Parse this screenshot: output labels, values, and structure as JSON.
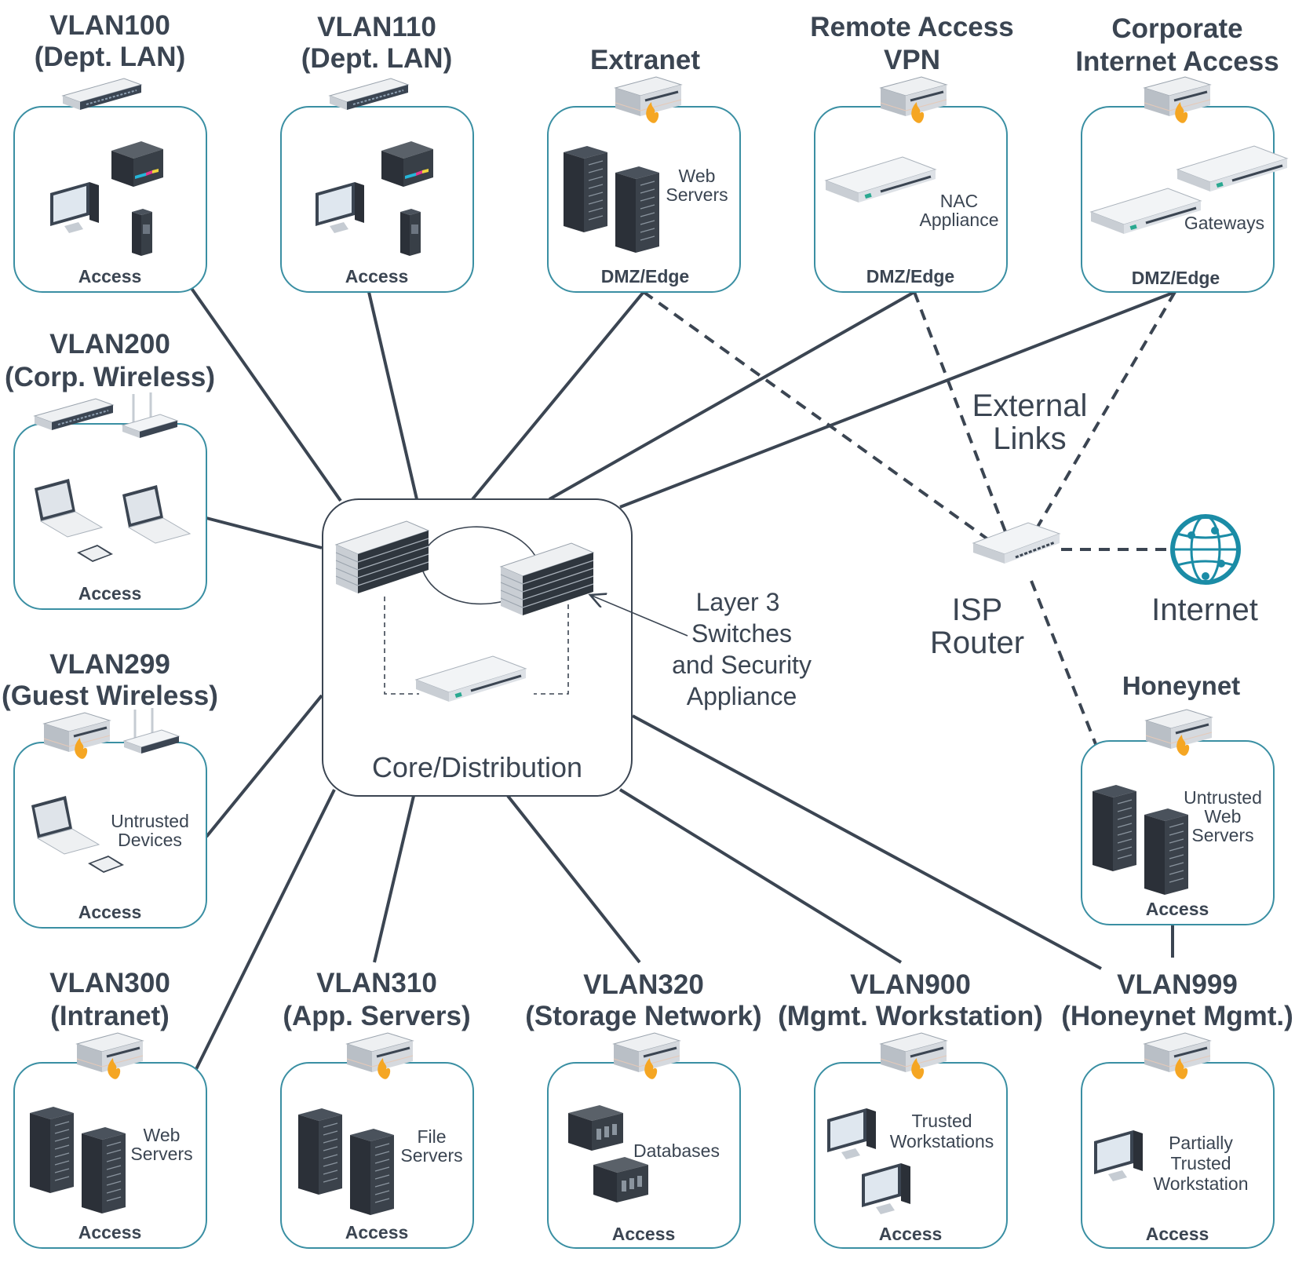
{
  "colors": {
    "ink": "#3b4552",
    "box_border": "#3a8fa3",
    "firewall_flame": "#f5a623",
    "globe": "#1b8ca6"
  },
  "core": {
    "label": "Core/Distribution",
    "callout": [
      "Layer 3",
      "Switches",
      "and Security",
      "Appliance"
    ],
    "icons": [
      "layer3-switch-icon",
      "layer3-switch-icon",
      "security-appliance-icon"
    ]
  },
  "isp_router": {
    "label": [
      "ISP",
      "Router"
    ],
    "icon": "router-icon"
  },
  "internet": {
    "label": "Internet",
    "icon": "globe-icon"
  },
  "external_links": [
    "External",
    "Links"
  ],
  "zones": {
    "vlan100": {
      "title": [
        "VLAN100",
        "(Dept. LAN)"
      ],
      "zone": "Access"
    },
    "vlan110": {
      "title": [
        "VLAN110",
        "(Dept. LAN)"
      ],
      "zone": "Access"
    },
    "extranet": {
      "title": [
        "Extranet"
      ],
      "zone": "DMZ/Edge",
      "desc": [
        "Web",
        "Servers"
      ]
    },
    "remote_vpn": {
      "title": [
        "Remote Access",
        "VPN"
      ],
      "zone": "DMZ/Edge",
      "desc": [
        "NAC",
        "Appliance"
      ]
    },
    "corp_internet": {
      "title": [
        "Corporate",
        "Internet Access"
      ],
      "zone": "DMZ/Edge",
      "desc": [
        "Gateways"
      ]
    },
    "vlan200": {
      "title": [
        "VLAN200",
        "(Corp. Wireless)"
      ],
      "zone": "Access"
    },
    "vlan299": {
      "title": [
        "VLAN299",
        "(Guest Wireless)"
      ],
      "zone": "Access",
      "desc": [
        "Untrusted",
        "Devices"
      ]
    },
    "honeynet": {
      "title": [
        "Honeynet"
      ],
      "zone": "Access",
      "desc": [
        "Untrusted",
        "Web",
        "Servers"
      ]
    },
    "vlan300": {
      "title": [
        "VLAN300",
        "(Intranet)"
      ],
      "zone": "Access",
      "desc": [
        "Web",
        "Servers"
      ]
    },
    "vlan310": {
      "title": [
        "VLAN310",
        "(App. Servers)"
      ],
      "zone": "Access",
      "desc": [
        "File",
        "Servers"
      ]
    },
    "vlan320": {
      "title": [
        "VLAN320",
        "(Storage Network)"
      ],
      "zone": "Access",
      "desc": [
        "Databases"
      ]
    },
    "vlan900": {
      "title": [
        "VLAN900",
        "(Mgmt. Workstation)"
      ],
      "zone": "Access",
      "desc": [
        "Trusted",
        "Workstations"
      ]
    },
    "vlan999": {
      "title": [
        "VLAN999",
        "(Honeynet Mgmt.)"
      ],
      "zone": "Access",
      "desc": [
        "Partially",
        "Trusted",
        "Workstation"
      ]
    }
  }
}
